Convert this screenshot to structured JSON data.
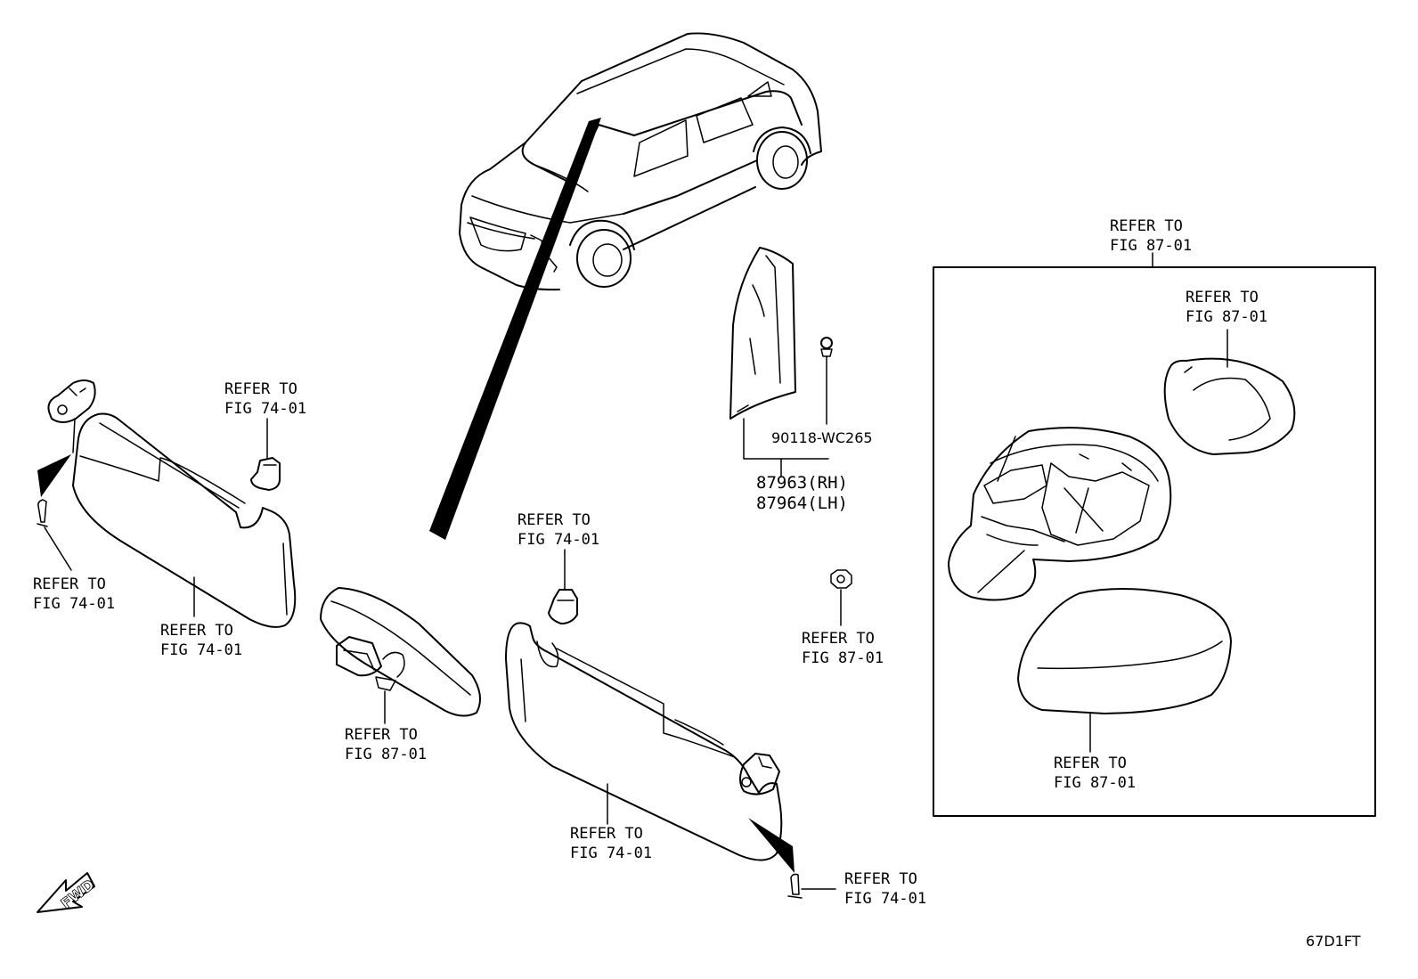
{
  "callouts": [
    {
      "id": "mirror-assembly",
      "line1": "REFER TO",
      "line2": "FIG 87-01"
    },
    {
      "id": "mirror-glass",
      "line1": "REFER TO",
      "line2": "FIG 87-01"
    },
    {
      "id": "visor-clip-left",
      "line1": "REFER TO",
      "line2": "FIG 74-01"
    },
    {
      "id": "visor-screw-left",
      "line1": "REFER TO",
      "line2": "FIG 74-01"
    },
    {
      "id": "visor-left",
      "line1": "REFER TO",
      "line2": "FIG 74-01"
    },
    {
      "id": "visor-clip-right",
      "line1": "REFER TO",
      "line2": "FIG 74-01"
    },
    {
      "id": "inner-mirror",
      "line1": "REFER TO",
      "line2": "FIG 87-01"
    },
    {
      "id": "mirror-nut",
      "line1": "REFER TO",
      "line2": "FIG 87-01"
    },
    {
      "id": "mirror-cover",
      "line1": "REFER TO",
      "line2": "FIG 87-01"
    },
    {
      "id": "visor-right",
      "line1": "REFER TO",
      "line2": "FIG 74-01"
    },
    {
      "id": "visor-screw-right",
      "line1": "REFER TO",
      "line2": "FIG 74-01"
    }
  ],
  "part_numbers": {
    "clip": "90118-WC265",
    "cover_rh": "87963(RH)",
    "cover_lh": "87964(LH)"
  },
  "fwd_label": "FWD",
  "figure_code": "67D1FT"
}
